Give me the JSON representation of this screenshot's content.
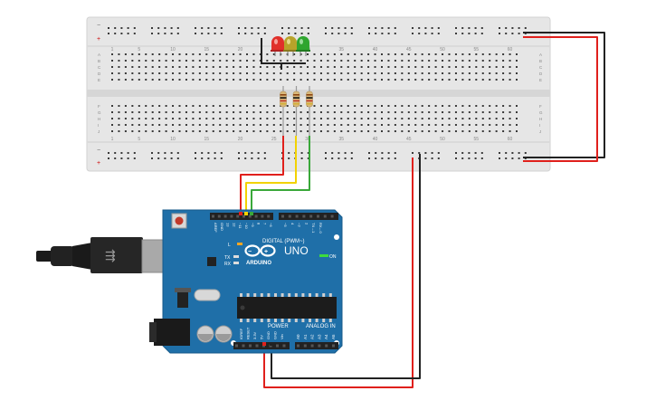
{
  "breadboard": {
    "column_numbers": [
      "1",
      "5",
      "10",
      "15",
      "20",
      "25",
      "30",
      "35",
      "40",
      "45",
      "50",
      "55",
      "60"
    ],
    "row_letters_top": [
      "A",
      "B",
      "C",
      "D",
      "E"
    ],
    "row_letters_bottom": [
      "F",
      "G",
      "H",
      "I",
      "J"
    ],
    "rail_minus": "−",
    "rail_plus": "+"
  },
  "components": {
    "leds": [
      {
        "name": "red-led",
        "color": "#e0302a"
      },
      {
        "name": "yellow-led",
        "color": "#b8a32a"
      },
      {
        "name": "green-led",
        "color": "#2fa52f"
      }
    ],
    "resistor_count": 3
  },
  "wires": {
    "colors": {
      "red": "#e0201c",
      "yellow": "#f2d200",
      "green": "#3aa83a",
      "black": "#222222"
    }
  },
  "arduino": {
    "model_text": "UNO",
    "brand_text": "ARDUINO",
    "digital_label": "DIGITAL (PWM~)",
    "power_label": "POWER",
    "analog_label": "ANALOG IN",
    "on_label": "ON",
    "l_label": "L",
    "tx_label": "TX",
    "rx_label": "RX",
    "digital_pins": [
      "AREF",
      "GND",
      "13",
      "12",
      "~11",
      "~10",
      "~9",
      "8",
      "7",
      "~6",
      "~5",
      "4",
      "~3",
      "2",
      "TX→1",
      "RX←0"
    ],
    "power_pins": [
      "IOREF",
      "RESET",
      "3.3V",
      "5V",
      "GND",
      "GND",
      "Vin"
    ],
    "analog_pins": [
      "A0",
      "A1",
      "A2",
      "A3",
      "A4",
      "A5"
    ],
    "board_color": "#1f6fa8"
  }
}
